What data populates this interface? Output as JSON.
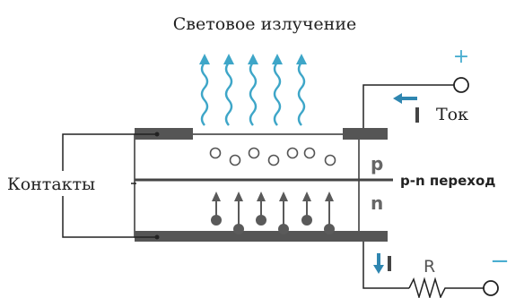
{
  "title": "Световое излучение",
  "labels": {
    "contacts": "Контакты",
    "current": "Ток",
    "p_region": "p",
    "n_region": "n",
    "junction": "p-n переход",
    "resistor": "R",
    "plus": "+",
    "minus": "−"
  },
  "colors": {
    "light_waves": "#3ea6c8",
    "current_arrows": "#2f86b0",
    "terminal_sign": "#4aaed0",
    "electrodes": "#555555",
    "particles": "#5a5a5a",
    "region_text": "#666666",
    "wire": "#222222"
  }
}
